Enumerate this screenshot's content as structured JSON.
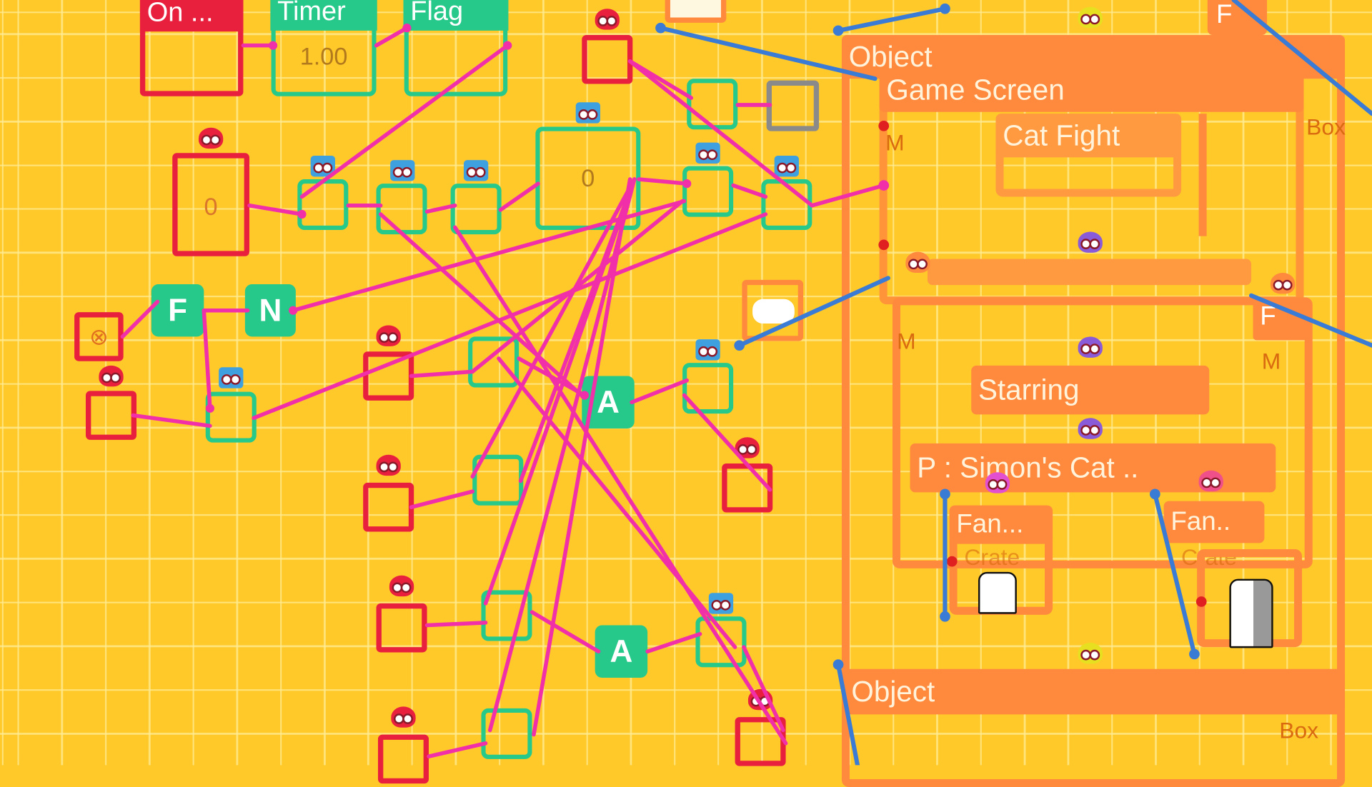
{
  "nodes": {
    "on": "On ...",
    "timer": "Timer",
    "timer_value": "1.00",
    "flag": "Flag",
    "counter_value": "0",
    "counter2_value": "0",
    "f": "F",
    "n": "N",
    "a1": "A",
    "a2": "A",
    "cross": "⊗"
  },
  "objects": {
    "object_top": "Object",
    "object_top_sub": "Box",
    "game_screen": "Game Screen",
    "cat_fight": "Cat Fight",
    "starring": "Starring",
    "simons_cat": "P  : Simon's Cat ..",
    "fan1": "Fan...",
    "fan2": "Fan..",
    "crate1": "Crate",
    "crate2": "Crate",
    "object_bottom": "Object",
    "object_bottom_sub": "Box",
    "m": "M",
    "f": "F"
  },
  "colors": {
    "background": "#FFC92A",
    "red_node": "#E8203E",
    "green_node": "#27C98B",
    "wire_magenta": "#F02FA8",
    "wire_blue": "#3A7BD5",
    "object_orange": "#FF8A3D"
  }
}
